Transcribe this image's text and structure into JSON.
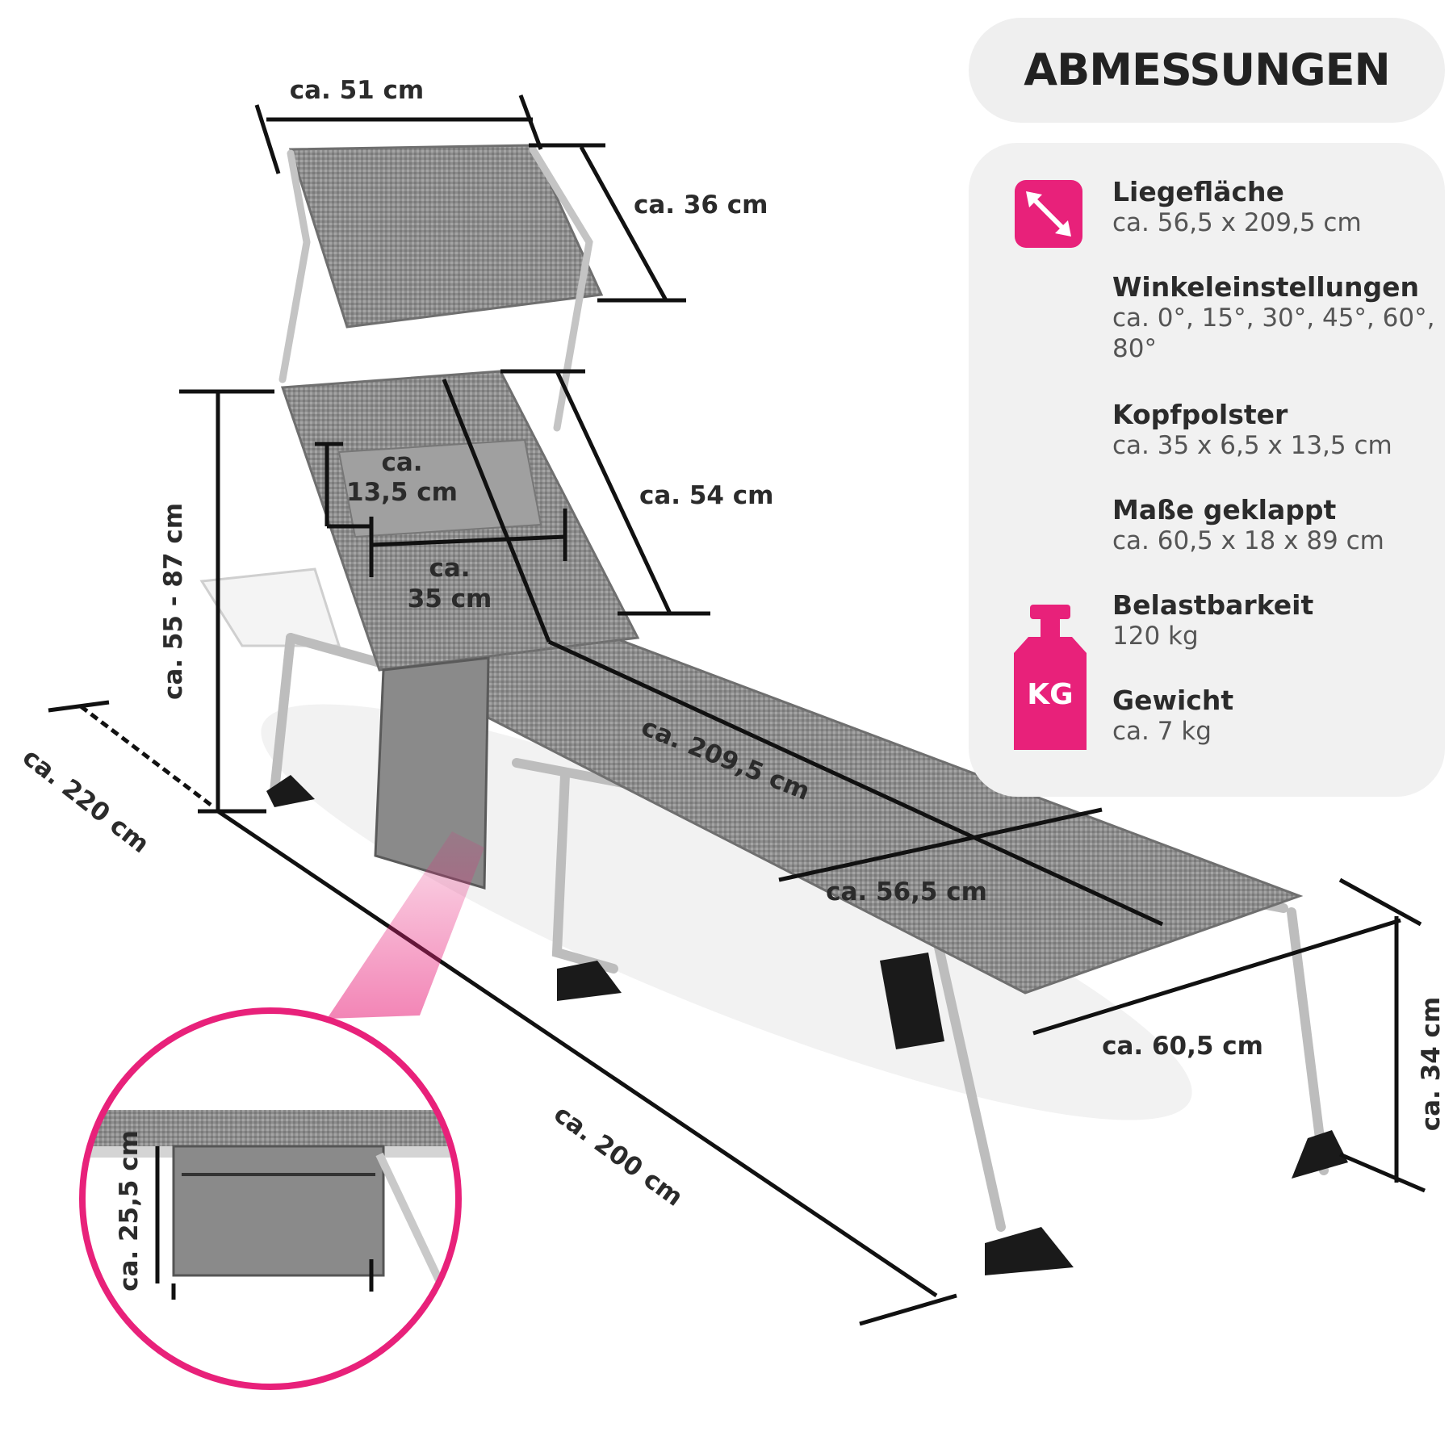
{
  "title": "ABMESSUNGEN",
  "accent_color": "#e8217a",
  "specs": [
    {
      "label": "Liegefläche",
      "value": "ca. 56,5 x 209,5 cm"
    },
    {
      "label": "Winkeleinstellungen",
      "value": "ca. 0°, 15°, 30°, 45°, 60°, 80°"
    },
    {
      "label": "Kopfpolster",
      "value": "ca. 35 x 6,5 x 13,5 cm"
    },
    {
      "label": "Maße geklappt",
      "value": "ca. 60,5 x 18 x 89 cm"
    },
    {
      "label": "Belastbarkeit",
      "value": "120 kg"
    },
    {
      "label": "Gewicht",
      "value": "ca. 7 kg"
    }
  ],
  "icons": {
    "size": "diagonal-arrow-icon",
    "weight": "kg-weight-icon",
    "weight_text": "KG"
  },
  "dimensions": {
    "canopy_width": "ca. 51 cm",
    "canopy_depth": "ca. 36 cm",
    "backrest_height": "ca. 55 - 87 cm",
    "backrest_length": "ca. 54 cm",
    "pillow_height_line1": "ca.",
    "pillow_height_line2": "13,5 cm",
    "pillow_width_line1": "ca.",
    "pillow_width_line2": "35 cm",
    "lying_length": "ca. 209,5 cm",
    "lying_width": "ca. 56,5 cm",
    "total_length": "ca. 220 cm",
    "frame_length": "ca. 200 cm",
    "frame_width": "ca. 60,5 cm",
    "seat_height": "ca. 34 cm",
    "pocket_height": "ca. 25,5 cm"
  }
}
